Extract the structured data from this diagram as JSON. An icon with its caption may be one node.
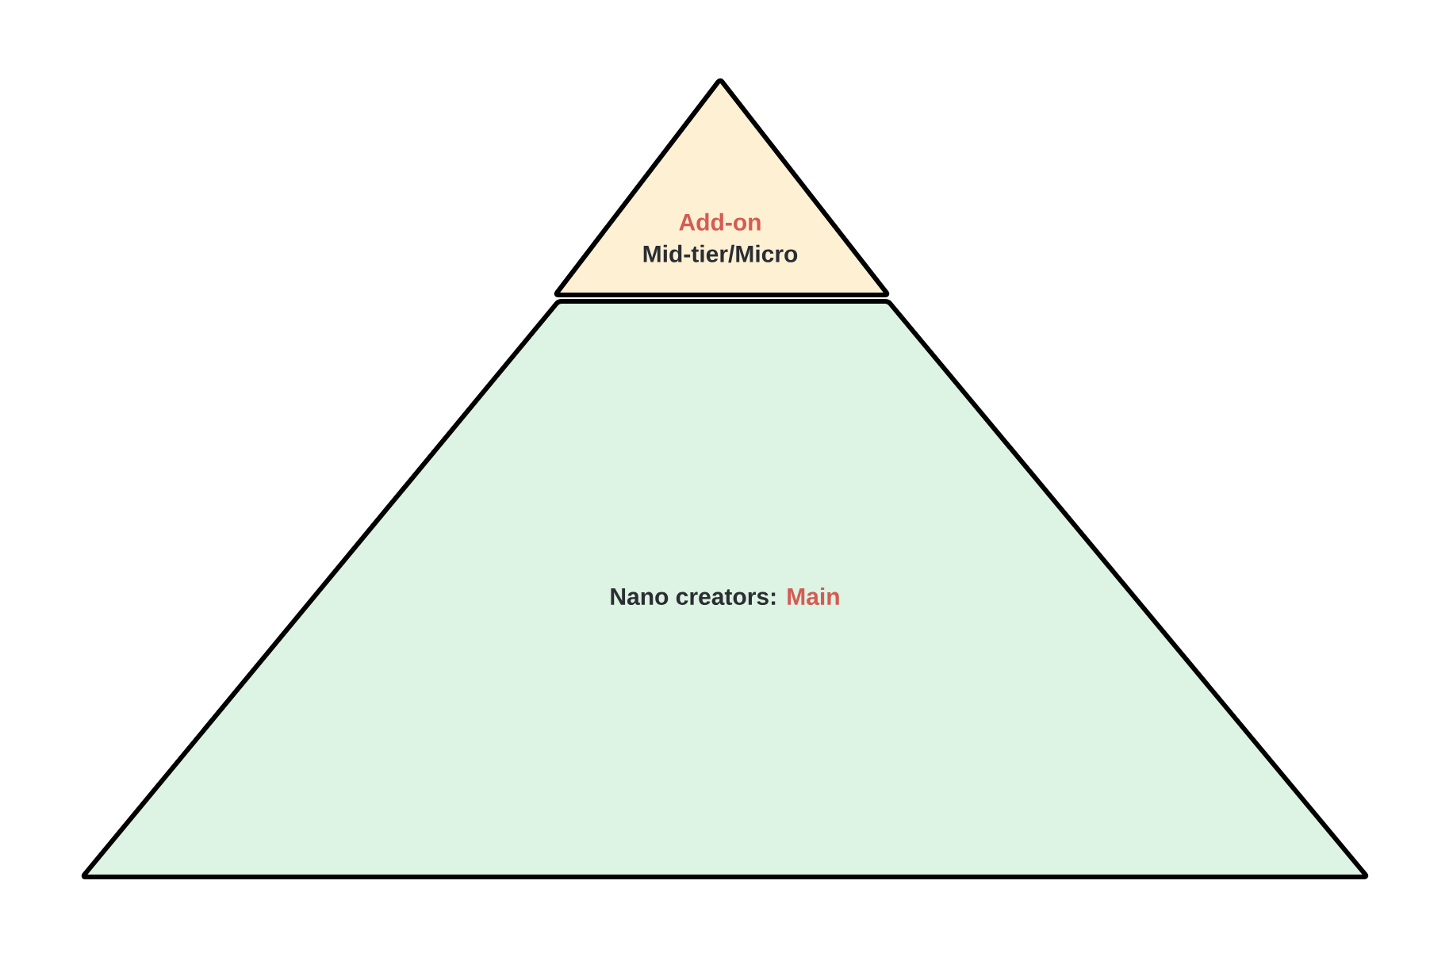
{
  "diagram": {
    "nodes": [
      {
        "text": [
          "Add-on",
          "Mid-tier/Micro"
        ]
      },
      {
        "text": [
          "Nano creators:",
          "Main"
        ]
      }
    ]
  }
}
